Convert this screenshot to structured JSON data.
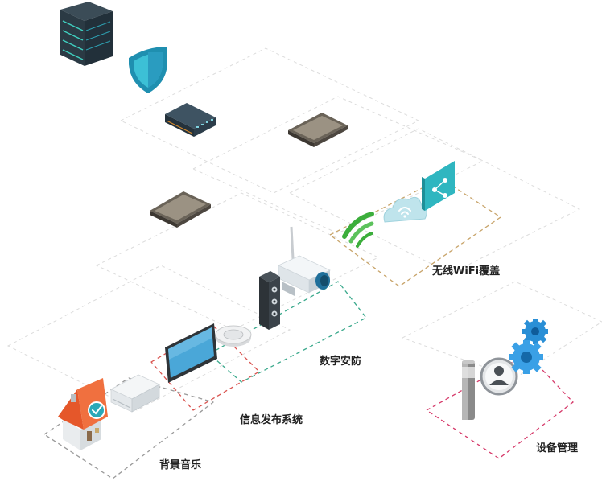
{
  "zones": {
    "wifi": {
      "label": "无线WiFi覆盖",
      "color": "#c8a46a"
    },
    "security": {
      "label": "数字安防",
      "color": "#3aa98c"
    },
    "signage": {
      "label": "信息发布系统",
      "color": "#d9534f"
    },
    "music": {
      "label": "背景音乐",
      "color": "#9a9a9a"
    },
    "device_mgmt": {
      "label": "设备管理",
      "color": "#d63a6a"
    }
  },
  "colors": {
    "server": "#2b3a44",
    "server_accent": "#3fd0c0",
    "shield": "#1f8fb0",
    "switch": "#2c3d4a",
    "ap_panel": "#5a5348",
    "wifi_green": "#3cae3c",
    "cloud": "#bfe4ec",
    "share_tile": "#2fb6c0",
    "camera_body": "#e9eef1",
    "lens": "#1f6f9a",
    "speaker": "#2d3338",
    "screen": "#4aa7d8",
    "house_roof": "#e5572a",
    "gear": "#2a8fd6",
    "gray_post": "#8a8a8a"
  },
  "icons": [
    "server-icon",
    "shield-icon",
    "network-switch-icon",
    "access-point-icon",
    "wifi-signal-icon",
    "cloud-wifi-icon",
    "share-tile-icon",
    "security-camera-icon",
    "speaker-tower-icon",
    "smoke-detector-icon",
    "display-monitor-icon",
    "air-conditioner-icon",
    "house-icon",
    "lamp-post-icon",
    "user-badge-icon",
    "gear-icon"
  ]
}
